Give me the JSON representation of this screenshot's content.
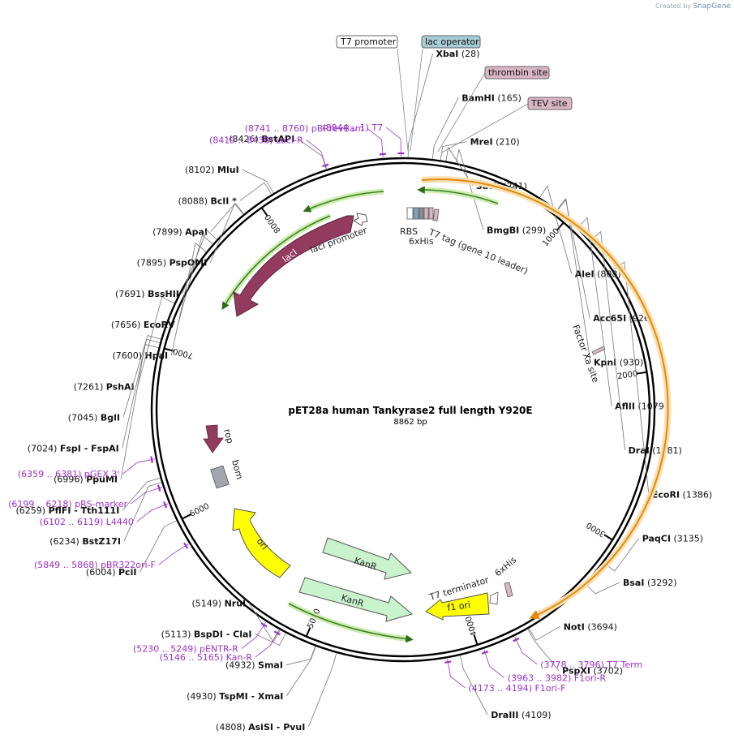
{
  "watermark": {
    "prefix": "Created by",
    "brand": "SnapGene"
  },
  "plasmid": {
    "name": "pET28a human Tankyrase2 full length Y920E",
    "size_label": "8862 bp"
  },
  "length": 8862,
  "ticks": [
    {
      "pos": 1000,
      "label": "1000"
    },
    {
      "pos": 2000,
      "label": "2000"
    },
    {
      "pos": 3000,
      "label": "3000"
    },
    {
      "pos": 4000,
      "label": "4000"
    },
    {
      "pos": 5000,
      "label": "5000"
    },
    {
      "pos": 6000,
      "label": "6000"
    },
    {
      "pos": 7000,
      "label": "7000"
    },
    {
      "pos": 8000,
      "label": "8000"
    }
  ],
  "sites": [
    {
      "num": "(28)",
      "name": "XbaI",
      "pos": 28
    },
    {
      "num": "(165)",
      "name": "BamHI",
      "pos": 165
    },
    {
      "num": "(210)",
      "name": "MreI",
      "pos": 210
    },
    {
      "num": "(241)",
      "name": "SacII",
      "pos": 241
    },
    {
      "num": "(299)",
      "name": "BmgBI",
      "pos": 299
    },
    {
      "num": "(808)",
      "name": "AleI",
      "pos": 808
    },
    {
      "num": "(926)",
      "name": "Acc65I",
      "pos": 926
    },
    {
      "num": "(930)",
      "name": "KpnI",
      "pos": 930
    },
    {
      "num": "(1079)",
      "name": "AflII",
      "pos": 1079
    },
    {
      "num": "(1181)",
      "name": "DraI",
      "pos": 1181
    },
    {
      "num": "(1386)",
      "name": "EcoRI",
      "pos": 1386
    },
    {
      "num": "(3135)",
      "name": "PaqCI",
      "pos": 3135
    },
    {
      "num": "(3292)",
      "name": "BsaI",
      "pos": 3292
    },
    {
      "num": "(3694)",
      "name": "NotI",
      "pos": 3694
    },
    {
      "num": "(3702)",
      "name": "PspXI",
      "pos": 3702
    },
    {
      "num": "(4109)",
      "name": "DraIII",
      "pos": 4109
    },
    {
      "num": "(4932)",
      "name": "SmaI",
      "pos": 4932
    },
    {
      "num": "(4930)",
      "name": "TspMI  - XmaI",
      "pos": 4930
    },
    {
      "num": "(4808)",
      "name": "AsiSI  - PvuI",
      "pos": 4808
    },
    {
      "num": "(5113)",
      "name": "BspDI  - ClaI",
      "pos": 5113
    },
    {
      "num": "(5149)",
      "name": "NruI",
      "pos": 5149
    },
    {
      "num": "(6004)",
      "name": "PciI",
      "pos": 6004
    },
    {
      "num": "(6234)",
      "name": "BstZ17I",
      "pos": 6234
    },
    {
      "num": "(6259)",
      "name": "PflFI  - Tth111I",
      "pos": 6259
    },
    {
      "num": "(6996)",
      "name": "PpuMI",
      "pos": 6996
    },
    {
      "num": "(7024)",
      "name": "FspI  - FspAI",
      "pos": 7024
    },
    {
      "num": "(7045)",
      "name": "BglI",
      "pos": 7045
    },
    {
      "num": "(7261)",
      "name": "PshAI",
      "pos": 7261
    },
    {
      "num": "(7600)",
      "name": "HpaI",
      "pos": 7600
    },
    {
      "num": "(7656)",
      "name": "EcoRV",
      "pos": 7656
    },
    {
      "num": "(7691)",
      "name": "BssHII",
      "pos": 7691
    },
    {
      "num": "(7895)",
      "name": "PspOMI",
      "pos": 7895
    },
    {
      "num": "(7899)",
      "name": "ApaI",
      "pos": 7899
    },
    {
      "num": "(8088)",
      "name": "BclI *",
      "pos": 8088
    },
    {
      "num": "(8102)",
      "name": "MluI",
      "pos": 8102
    },
    {
      "num": "(8426)",
      "name": "BstAPI",
      "pos": 8426
    }
  ],
  "primers": [
    {
      "text": "(8844 .. 1)  T7",
      "pos": 8850
    },
    {
      "text": "(8741 .. 8760)  pBRrevBam",
      "pos": 8750
    },
    {
      "text": "(8419 .. 8438)  LacI-R",
      "pos": 8428
    },
    {
      "text": "(3778 .. 3796)  T7 Term",
      "pos": 3787
    },
    {
      "text": "(3963 .. 3982)  F1ori-R",
      "pos": 3972
    },
    {
      "text": "(4173 .. 4194)  F1ori-F",
      "pos": 4183
    },
    {
      "text": "(5230 .. 5249)  pENTR-R",
      "pos": 5240
    },
    {
      "text": "(5146 .. 5165)  Kan-R",
      "pos": 5155
    },
    {
      "text": "(5849 .. 5868)  pBR322ori-F",
      "pos": 5858
    },
    {
      "text": "(6102 .. 6119)  L4440",
      "pos": 6110
    },
    {
      "text": "(6199 .. 6218)  pRS-marker",
      "pos": 6208
    },
    {
      "text": "(6359 .. 6381)  pGEX 3'",
      "pos": 6370
    }
  ],
  "boxed_features": [
    {
      "text": "T7 promoter",
      "fill": "#ffffff"
    },
    {
      "text": "lac operator",
      "fill": "#a7ccd6"
    },
    {
      "text": "thrombin site",
      "fill": "#d9b6c4"
    },
    {
      "text": "TEV site",
      "fill": "#d9b6c4"
    }
  ],
  "features": {
    "laci": "lacI",
    "laci_promoter": "lacI promoter",
    "rbs": "RBS",
    "his_top": "6xHis",
    "t7_tag": "T7 tag (gene 10 leader)",
    "factor_xa": "Factor Xa site",
    "rop": "rop",
    "bom": "bom",
    "ori": "ori",
    "kanr": "KanR",
    "t7_terminator": "T7 terminator",
    "his_bottom": "6xHis",
    "f1_ori": "f1 ori"
  },
  "colors": {
    "laci": "#933a5f",
    "ori": "#ffff00",
    "kanr": "#c9f3cc",
    "insert": "#f4a62a",
    "primer": "#9b30c8",
    "backbone": "#000000"
  }
}
